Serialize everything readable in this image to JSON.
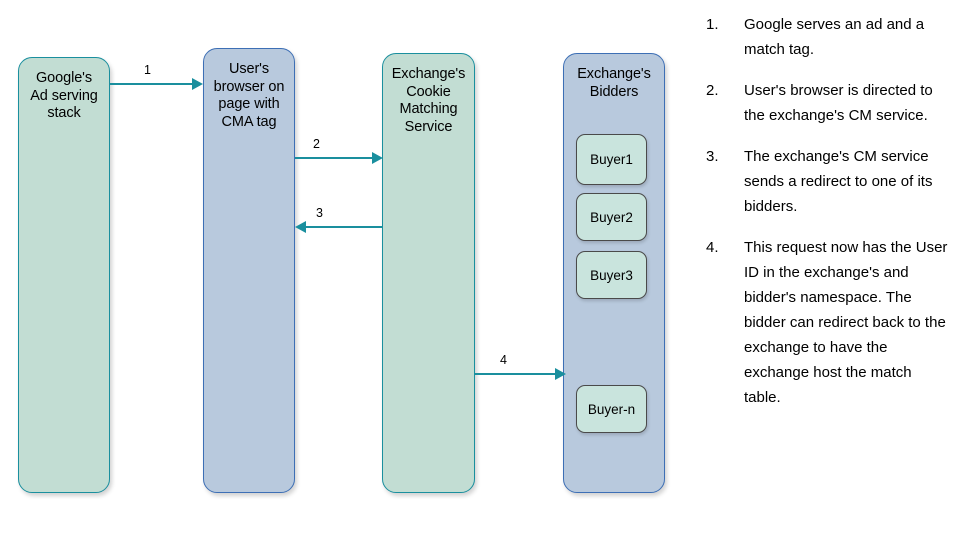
{
  "diagram": {
    "pillars": [
      {
        "id": "google-ad-serving-stack",
        "title": "Google's\nAd serving\nstack",
        "style": "green"
      },
      {
        "id": "users-browser",
        "title": "User's\nbrowser on\npage with\nCMA tag",
        "style": "blue"
      },
      {
        "id": "exchange-cookie-matching-service",
        "title": "Exchange's\nCookie\nMatching\nService",
        "style": "green"
      },
      {
        "id": "exchange-bidders",
        "title": "Exchange's\nBidders",
        "style": "blue"
      }
    ],
    "buyers": [
      {
        "id": "buyer1",
        "label": "Buyer1"
      },
      {
        "id": "buyer2",
        "label": "Buyer2"
      },
      {
        "id": "buyer3",
        "label": "Buyer3"
      },
      {
        "id": "buyer-n",
        "label": "Buyer-n"
      }
    ],
    "arrows": [
      {
        "id": "arrow-1",
        "label": "1",
        "direction": "right",
        "from": "google-ad-serving-stack",
        "to": "users-browser"
      },
      {
        "id": "arrow-2",
        "label": "2",
        "direction": "right",
        "from": "users-browser",
        "to": "exchange-cookie-matching-service"
      },
      {
        "id": "arrow-3",
        "label": "3",
        "direction": "left",
        "from": "exchange-cookie-matching-service",
        "to": "users-browser"
      },
      {
        "id": "arrow-4",
        "label": "4",
        "direction": "right",
        "from": "exchange-cookie-matching-service",
        "to": "exchange-bidders"
      }
    ],
    "colors": {
      "green_fill": "#c2ddd3",
      "green_border": "#1a8f9e",
      "blue_fill": "#b8c9dd",
      "blue_border": "#3d6fb5",
      "buyer_fill": "#c9e4dd",
      "buyer_border": "#4a4a4a",
      "arrow": "#1a8f9e",
      "background": "#ffffff",
      "text": "#000000"
    }
  },
  "steps": [
    {
      "num": "1.",
      "text": "Google serves an ad and a match tag."
    },
    {
      "num": "2.",
      "text": "User's browser is directed to the exchange's CM service."
    },
    {
      "num": "3.",
      "text": "The exchange's CM service sends a redirect to one of its bidders."
    },
    {
      "num": "4.",
      "text": "This request now has the User ID in the exchange's and bidder's namespace. The bidder can redirect back to the exchange to have the exchange host the match table."
    }
  ]
}
